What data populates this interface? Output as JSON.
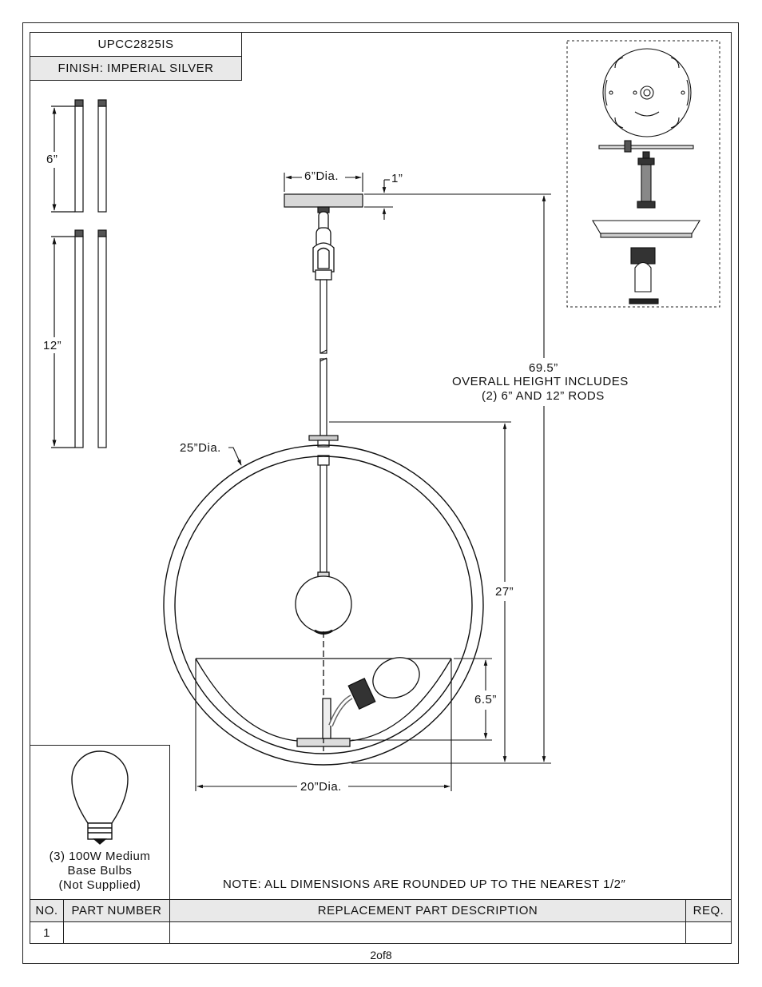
{
  "title_block": {
    "model": "UPCC2825IS",
    "finish": "FINISH: IMPERIAL SILVER"
  },
  "rods": {
    "short_label": "6”",
    "long_label": "12”"
  },
  "dimensions": {
    "canopy_dia": "6”Dia.",
    "canopy_height": "1”",
    "ring_dia": "25”Dia.",
    "overall_line1": "69.5”",
    "overall_line2": "OVERALL HEIGHT INCLUDES",
    "overall_line3": "(2) 6” AND 12” RODS",
    "body_height": "27”",
    "bowl_height": "6.5”",
    "bowl_dia": "20”Dia."
  },
  "bulb_box": {
    "line1": "(3) 100W Medium",
    "line2": "Base Bulbs",
    "line3": "(Not Supplied)"
  },
  "note": "NOTE:  ALL DIMENSIONS ARE ROUNDED UP TO THE NEAREST  1/2″",
  "parts_table": {
    "headers": {
      "no": "NO.",
      "part_number": "PART NUMBER",
      "description": "REPLACEMENT PART DESCRIPTION",
      "req": "REQ."
    },
    "rows": [
      {
        "no": "1",
        "part_number": "",
        "description": "",
        "req": ""
      }
    ]
  },
  "page_number": "2of8"
}
